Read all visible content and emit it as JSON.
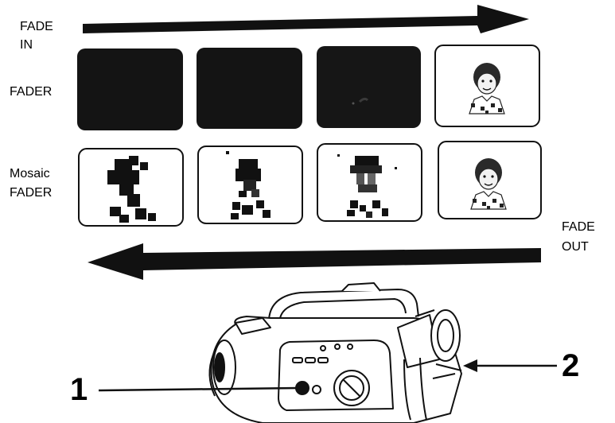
{
  "labels": {
    "fade_in_1": "FADE",
    "fade_in_2": "IN",
    "fader": "FADER",
    "mosaic_1": "Mosaic",
    "mosaic_2": "FADER",
    "fade_out_1": "FADE",
    "fade_out_2": "OUT"
  },
  "callouts": {
    "one": "1",
    "two": "2"
  },
  "colors": {
    "ink": "#111111",
    "frame_dark": "#141414",
    "paper": "#ffffff"
  }
}
